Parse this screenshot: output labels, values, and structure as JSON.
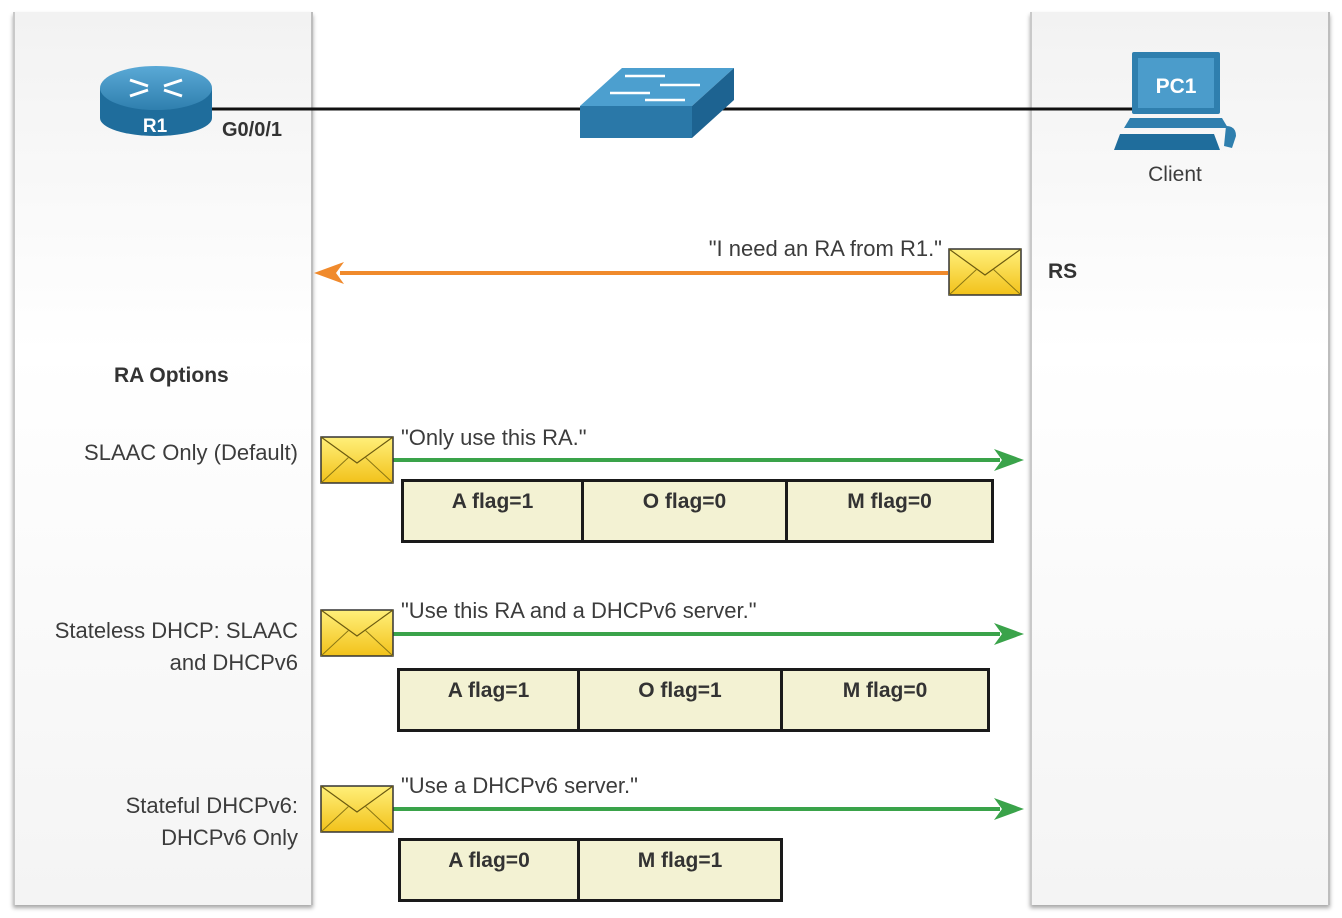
{
  "topology": {
    "router_label": "R1",
    "interface_label": "G0/0/1",
    "pc_label": "PC1",
    "client_label": "Client"
  },
  "rs": {
    "label": "RS",
    "quote": "\"I need an RA from R1.\"",
    "color": "#f08a2c"
  },
  "ra_options": {
    "heading": "RA Options",
    "arrow_color": "#3aa34a",
    "options": [
      {
        "label_lines": [
          "SLAAC Only (Default)"
        ],
        "quote": "\"Only use this RA.\"",
        "flags": [
          "A flag=1",
          "O flag=0",
          "M flag=0"
        ]
      },
      {
        "label_lines": [
          "Stateless DHCP: SLAAC",
          "and DHCPv6"
        ],
        "quote": "\"Use this RA and a DHCPv6 server.\"",
        "flags": [
          "A flag=1",
          "O flag=1",
          "M flag=0"
        ]
      },
      {
        "label_lines": [
          "Stateful DHCPv6:",
          "DHCPv6 Only"
        ],
        "quote": "\"Use a DHCPv6 server.\"",
        "flags": [
          "A flag=0",
          "M flag=1"
        ]
      }
    ]
  },
  "colors": {
    "device_blue": "#2f7fae",
    "envelope": "#f6d12a"
  }
}
